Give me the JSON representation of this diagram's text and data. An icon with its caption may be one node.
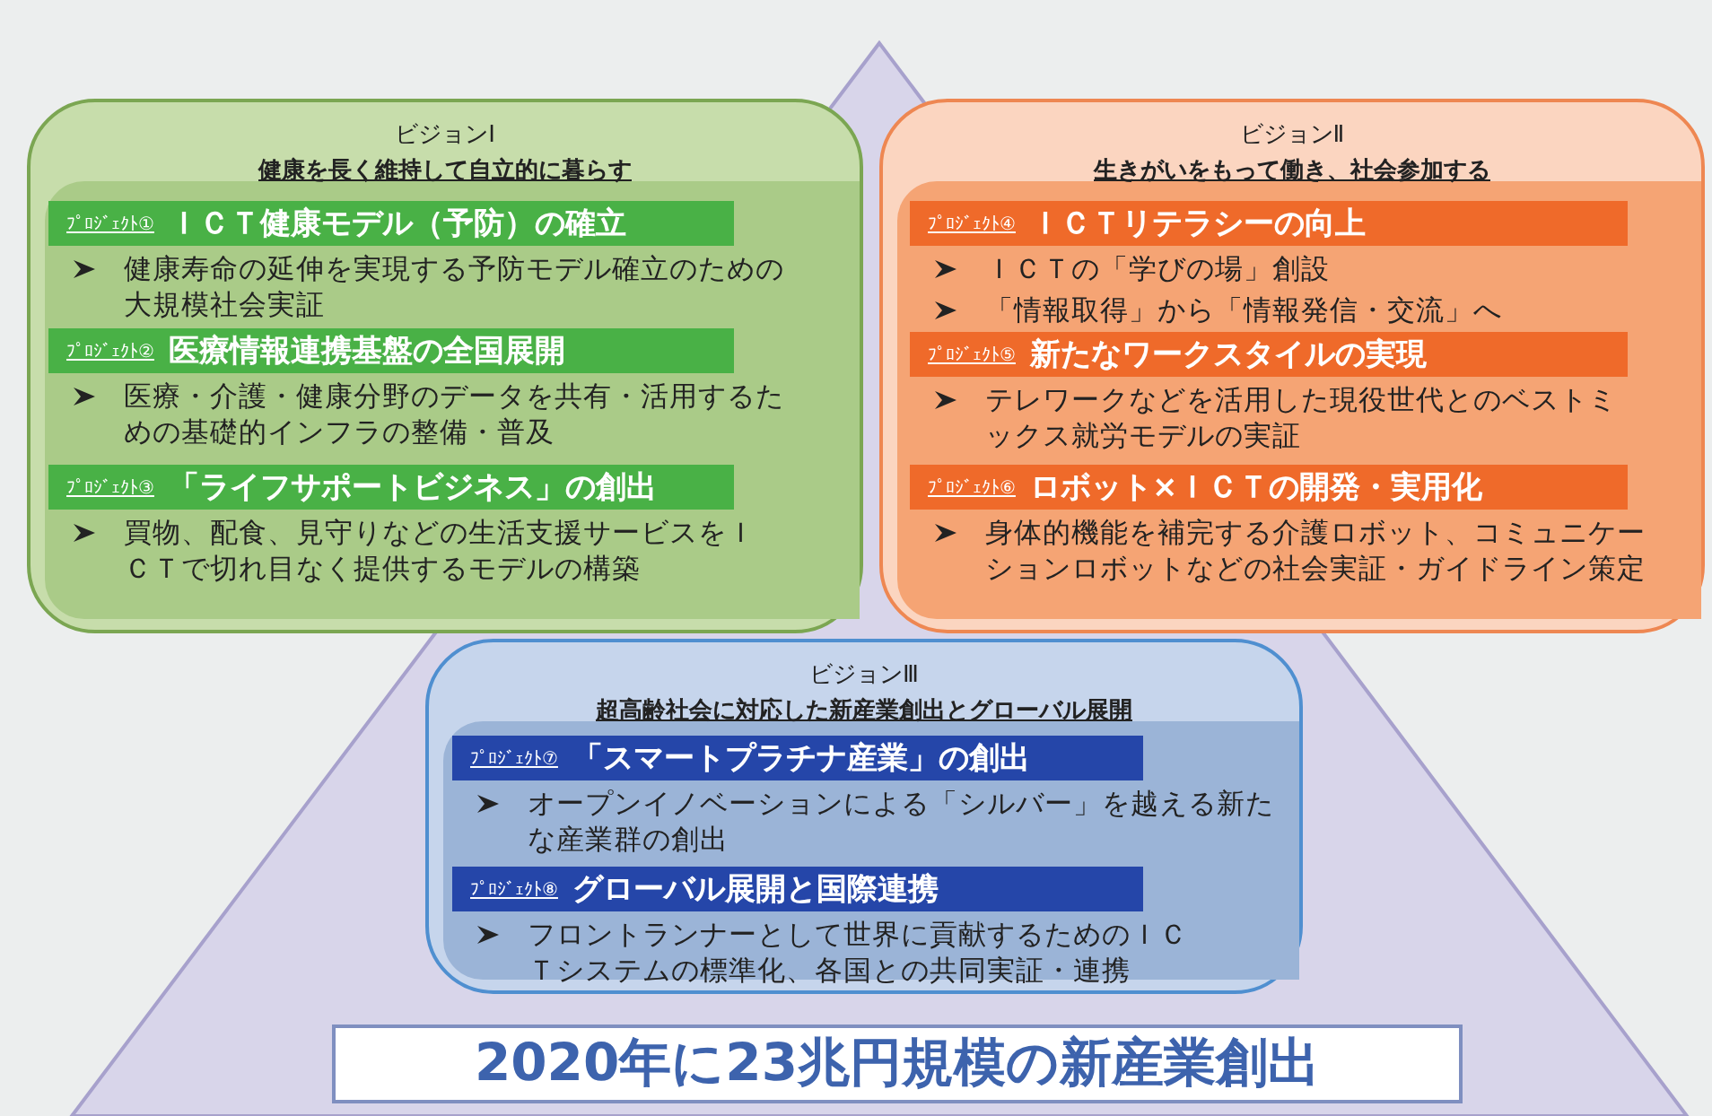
{
  "diagram": {
    "nodes": [
      {
        "text": [
          "ビジョンⅠ",
          "健康を長く維持して自立的に暮らす"
        ]
      },
      {
        "text": [
          "ﾌﾟﾛｼﾞｪｸﾄ①",
          "ＩＣＴ健康モデル（予防）の確立"
        ],
        "in": 0,
        "beside": [
          "健康寿命の延伸を実現する予防モデル確立のための大規模社会実証"
        ]
      },
      {
        "text": [
          "ﾌﾟﾛｼﾞｪｸﾄ②",
          "医療情報連携基盤の全国展開"
        ],
        "in": 0,
        "beside": [
          "医療・介護・健康分野のデータを共有・活用するための基礎的インフラの整備・普及"
        ]
      },
      {
        "text": [
          "ﾌﾟﾛｼﾞｪｸﾄ③",
          "「ライフサポートビジネス」の創出"
        ],
        "in": 0,
        "beside": [
          "買物、配食、見守りなどの生活支援サービスをＩＣＴで切れ目なく提供するモデルの構築"
        ]
      },
      {
        "text": [
          "ビジョンⅡ",
          "生きがいをもって働き、社会参加する"
        ]
      },
      {
        "text": [
          "ﾌﾟﾛｼﾞｪｸﾄ④",
          "ＩＣＴリテラシーの向上"
        ],
        "in": 4,
        "beside": [
          "ＩＣＴの「学びの場」創設",
          "「情報取得」から「情報発信・交流」へ"
        ]
      },
      {
        "text": [
          "ﾌﾟﾛｼﾞｪｸﾄ⑤",
          "新たなワークスタイルの実現"
        ],
        "in": 4,
        "beside": [
          "テレワークなどを活用した現役世代とのベストミックス就労モデルの実証"
        ]
      },
      {
        "text": [
          "ﾌﾟﾛｼﾞｪｸﾄ⑥",
          "ロボット×ＩＣＴの開発・実用化"
        ],
        "in": 4,
        "beside": [
          "身体的機能を補完する介護ロボット、コミュニケーションロボットなどの社会実証・ガイドライン策定"
        ]
      },
      {
        "text": [
          "ビジョンⅢ",
          "超高齢社会に対応した新産業創出とグローバル展開"
        ]
      },
      {
        "text": [
          "ﾌﾟﾛｼﾞｪｸﾄ⑦",
          "「スマートプラチナ産業」の創出"
        ],
        "in": 8,
        "beside": [
          "オープンイノベーションによる「シルバー」を越える新たな産業群の創出"
        ]
      },
      {
        "text": [
          "ﾌﾟﾛｼﾞｪｸﾄ⑧",
          "グローバル展開と国際連携"
        ],
        "in": 8,
        "beside": [
          "フロントランナーとして世界に貢献するためのＩＣＴシステムの標準化、各国との共同実証・連携"
        ]
      },
      {
        "text": [
          "2020年に23兆円規模の新産業創出"
        ]
      }
    ],
    "edges": []
  }
}
